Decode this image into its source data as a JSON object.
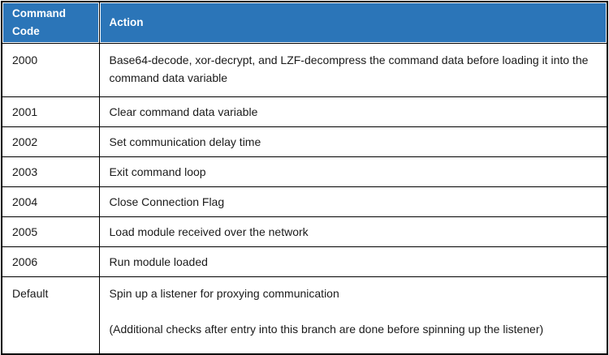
{
  "table": {
    "colors": {
      "header_bg": "#2B75B8",
      "header_text": "#FFFFFF",
      "border": "#000000",
      "body_text": "#1A1A1A"
    },
    "columns": {
      "code_label": "Command Code",
      "action_label": "Action"
    },
    "rows": [
      {
        "code": "2000",
        "action": "Base64-decode, xor-decrypt, and LZF-decompress the command data before loading it into the command data variable"
      },
      {
        "code": "2001",
        "action": "Clear command data variable"
      },
      {
        "code": "2002",
        "action": "Set communication delay time"
      },
      {
        "code": "2003",
        "action": "Exit command loop"
      },
      {
        "code": "2004",
        "action": "Close Connection Flag"
      },
      {
        "code": "2005",
        "action": "Load module received over the network"
      },
      {
        "code": "2006",
        "action": "Run module loaded"
      },
      {
        "code": "Default",
        "action": "Spin up a listener for proxying communication",
        "note": "(Additional checks after entry into this branch are done before spinning up the listener)"
      }
    ]
  }
}
